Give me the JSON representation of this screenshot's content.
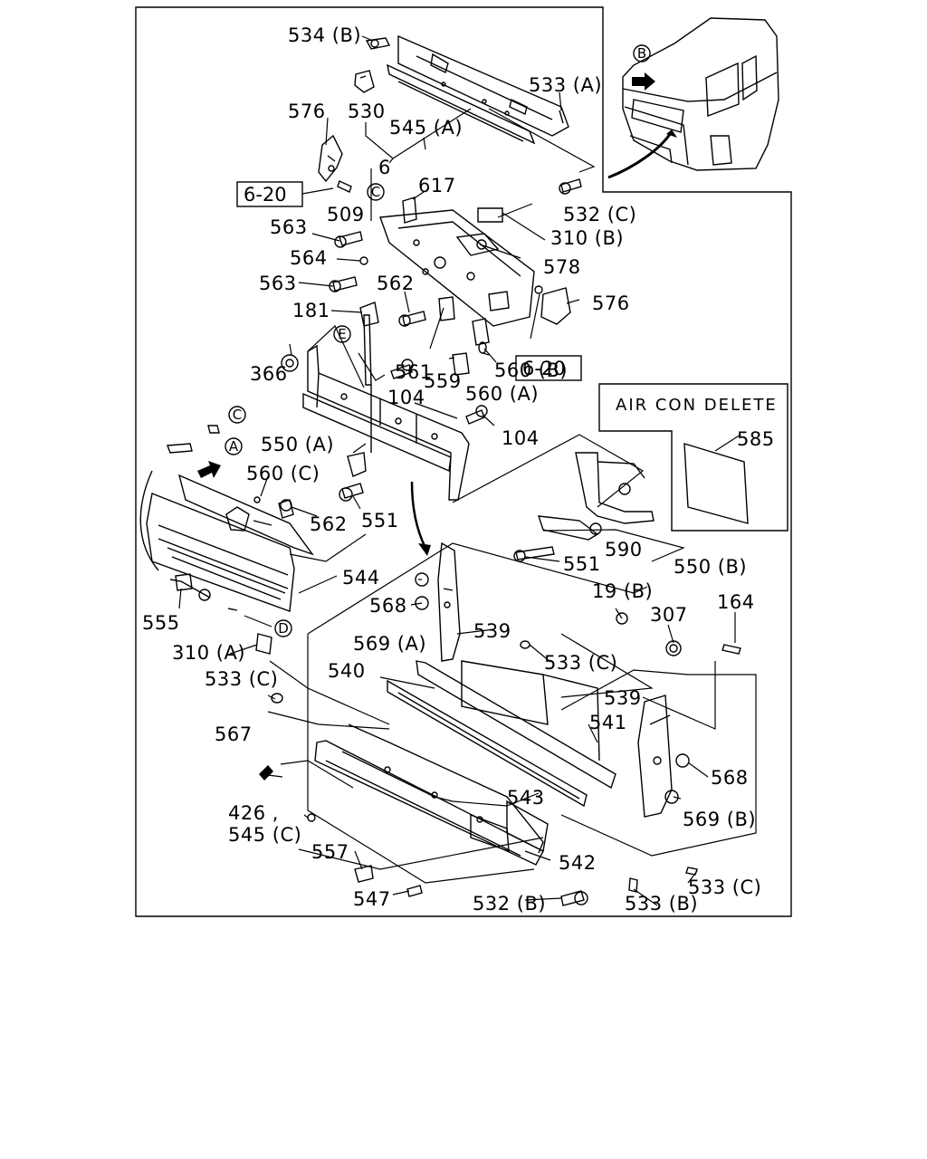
{
  "labels": {
    "l534b": "534 (B)",
    "l533a": "533 (A)",
    "l576a": "576",
    "l530": "530",
    "l545a": "545 (A)",
    "l6": "6",
    "l620a": "6-20",
    "l617": "617",
    "l532c": "532 (C)",
    "l509": "509",
    "l310b": "310 (B)",
    "l563a": "563",
    "l564": "564",
    "l578": "578",
    "l563b": "563",
    "l562a": "562",
    "l576b": "576",
    "l181": "181",
    "l620b": "6-20",
    "l561": "561",
    "l366": "366",
    "l560b": "560 (B)",
    "l559": "559",
    "l560a": "560 (A)",
    "l104a": "104",
    "l104b": "104",
    "l550a": "550 (A)",
    "l560c": "560 (C)",
    "l562b": "562",
    "l551a": "551",
    "l544": "544",
    "l555": "555",
    "l310a": "310 (A)",
    "l533c1": "533 (C)",
    "l567": "567",
    "l426": "426 ,",
    "l545c": "545 (C)",
    "l557": "557",
    "l547": "547",
    "l532b": "532 (B)",
    "l533b": "533 (B)",
    "l533c3": "533 (C)",
    "l542": "542",
    "l543": "543",
    "l541": "541",
    "l540": "540",
    "l539a": "539",
    "l539b": "539",
    "l568a": "568",
    "l569a": "569 (A)",
    "l568b": "568",
    "l569b": "569 (B)",
    "l533c2": "533 (C)",
    "l19b": "19 (B)",
    "l307": "307",
    "l164": "164",
    "l551b": "551",
    "l590": "590",
    "l550b": "550 (B)",
    "l585": "585"
  },
  "callouts": {
    "a": "A",
    "b": "B",
    "c": "C",
    "d": "D",
    "e": "E"
  },
  "note": "AIR CON DELETE"
}
